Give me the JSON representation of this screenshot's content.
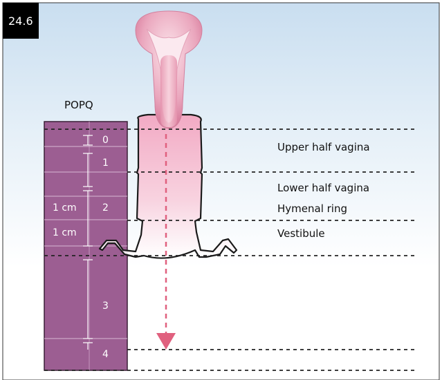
{
  "figure_number": "24.6",
  "scale": {
    "title": "POPQ",
    "grades": [
      "0",
      "1",
      "2",
      "3",
      "4"
    ],
    "measurements": [
      "1 cm",
      "1 cm"
    ]
  },
  "zones": {
    "upper_half_vagina": "Upper half vagina",
    "lower_half_vagina": "Lower half vagina",
    "hymenal_ring": "Hymenal ring",
    "vestibule": "Vestibule"
  },
  "colors": {
    "background_top": "#d8e8f5",
    "scale_fill": "#9c5e92",
    "tissue_pink": "#f0b7cb",
    "arrow": "#e0607e",
    "tag_bg": "#000000"
  }
}
